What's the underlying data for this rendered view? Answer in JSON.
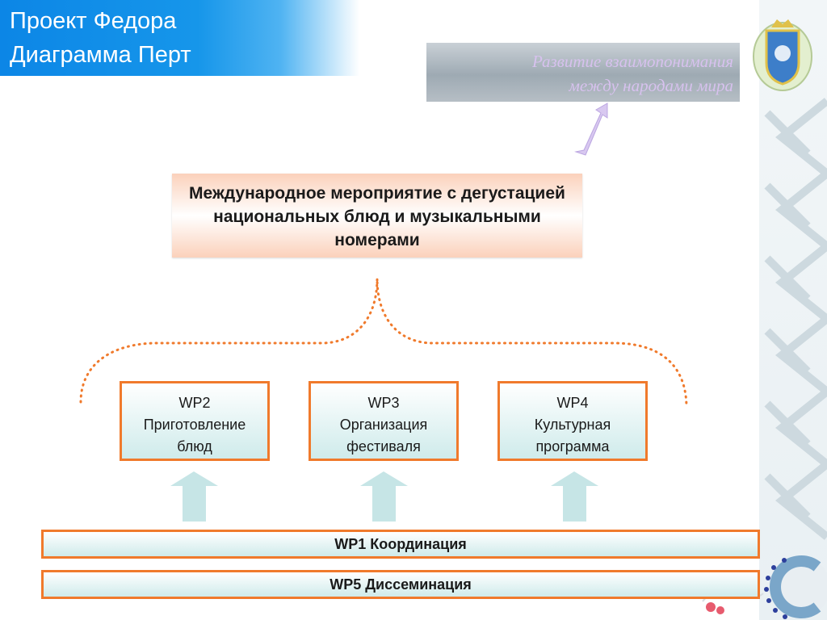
{
  "slide": {
    "title_lines": [
      "Проект Федора",
      "Диаграмма Перт"
    ]
  },
  "goal": {
    "lines": [
      "Развитие взаимопонимания",
      "между народами мира"
    ]
  },
  "main_event": {
    "text": "Международное мероприятие с дегустацией национальных блюд и музыкальными номерами"
  },
  "work_packages": [
    {
      "code": "WP2",
      "line1": "Приготовление",
      "line2": "блюд"
    },
    {
      "code": "WP3",
      "line1": "Организация",
      "line2": "фестиваля"
    },
    {
      "code": "WP4",
      "line1": "Культурная",
      "line2": "программа"
    }
  ],
  "bars": [
    {
      "label": "WP1 Координация"
    },
    {
      "label": "WP5 Диссеминация"
    }
  ],
  "colors": {
    "title_bg": "#1696ea",
    "box_border": "#f07a2c",
    "box_fill": "#cfebeb",
    "main_fill": "#fbd1bb",
    "arrow_fill": "#c6e5e6",
    "bracket": "#f07a2c",
    "goal_text": "#d7c1ee"
  },
  "icons": {
    "coat_of_arms": "coat-of-arms-emblem",
    "logo": "c-star-logo"
  }
}
